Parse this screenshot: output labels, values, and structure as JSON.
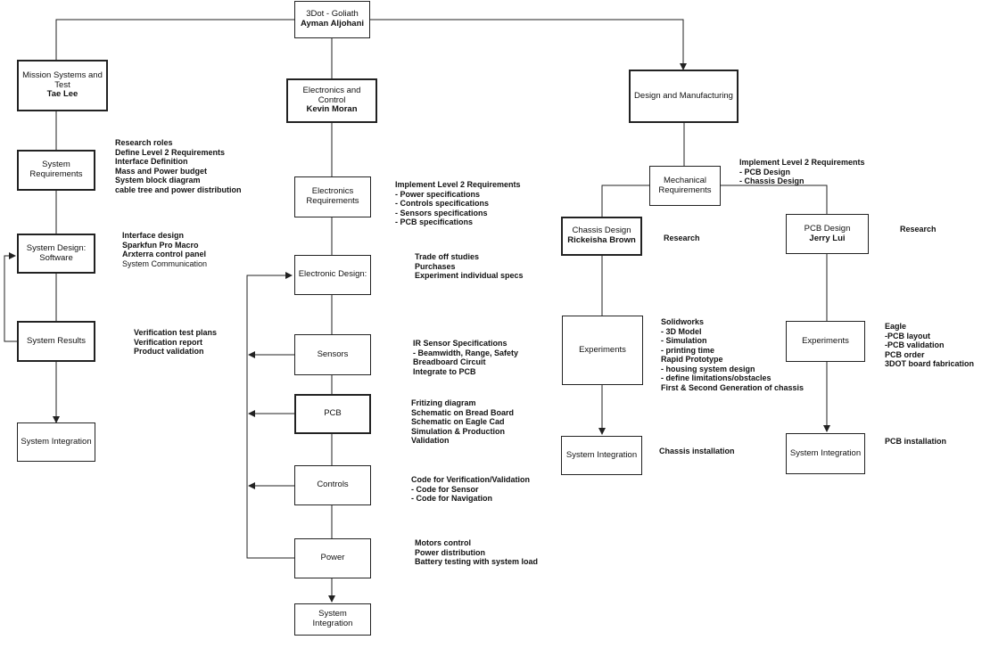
{
  "root": {
    "title": "3Dot - Goliath",
    "name": "Ayman Aljohani"
  },
  "mission": {
    "title": "Mission Systems and Test",
    "name": "Tae Lee",
    "system_requirements": "System Requirements",
    "system_design": "System Design: Software",
    "system_results": "System Results",
    "system_integration": "System Integration",
    "notes_requirements": [
      "Research roles",
      "Define Level 2 Requirements",
      "Interface Definition",
      "Mass and Power budget",
      "System block diagram",
      "cable tree and power distribution"
    ],
    "notes_design": [
      "Interface design",
      "Sparkfun Pro Macro",
      "Arxterra control panel",
      "System Communication"
    ],
    "notes_results": [
      "Verification test plans",
      "Verification report",
      "Product validation"
    ]
  },
  "electronics": {
    "title": "Electronics and Control",
    "name": "Kevin Moran",
    "requirements": "Electronics Requirements",
    "design": "Electronic Design:",
    "sensors": "Sensors",
    "pcb": "PCB",
    "controls": "Controls",
    "power": "Power",
    "system_integration": "System Integration",
    "notes_requirements": [
      "Implement Level 2 Requirements",
      "- Power specifications",
      "- Controls specifications",
      "- Sensors specifications",
      "- PCB specifications"
    ],
    "notes_design": [
      "Trade off studies",
      "Purchases",
      "Experiment individual specs"
    ],
    "notes_sensors": [
      "IR Sensor Specifications",
      "- Beamwidth, Range, Safety",
      "Breadboard Circuit",
      "Integrate to PCB"
    ],
    "notes_pcb": [
      "Fritizing diagram",
      "Schematic on Bread Board",
      "Schematic on Eagle Cad",
      "Simulation & Production",
      "Validation"
    ],
    "notes_controls": [
      "Code for Verification/Validation",
      "- Code for Sensor",
      "- Code for Navigation"
    ],
    "notes_power": [
      "Motors control",
      "Power distribution",
      "Battery testing with system load"
    ]
  },
  "design": {
    "title": "Design and Manufacturing",
    "mechanical": "Mechanical Requirements",
    "notes_mechanical": [
      "Implement Level 2 Requirements",
      "- PCB Design",
      "- Chassis Design"
    ],
    "chassis": {
      "title": "Chassis Design",
      "name": "Rickeisha Brown",
      "research": "Research",
      "experiments": "Experiments",
      "system_integration": "System Integration",
      "notes_experiments": [
        "Solidworks",
        "- 3D Model",
        "- Simulation",
        "- printing time",
        "Rapid Prototype",
        "- housing system design",
        "- define limitations/obstacles",
        "First & Second Generation of chassis"
      ],
      "notes_integration": "Chassis installation"
    },
    "pcb": {
      "title": "PCB Design",
      "name": "Jerry Lui",
      "research": "Research",
      "experiments": "Experiments",
      "system_integration": "System Integration",
      "notes_experiments": [
        "Eagle",
        "-PCB layout",
        "-PCB validation",
        "PCB order",
        "3DOT board fabrication"
      ],
      "notes_integration": "PCB installation"
    }
  }
}
